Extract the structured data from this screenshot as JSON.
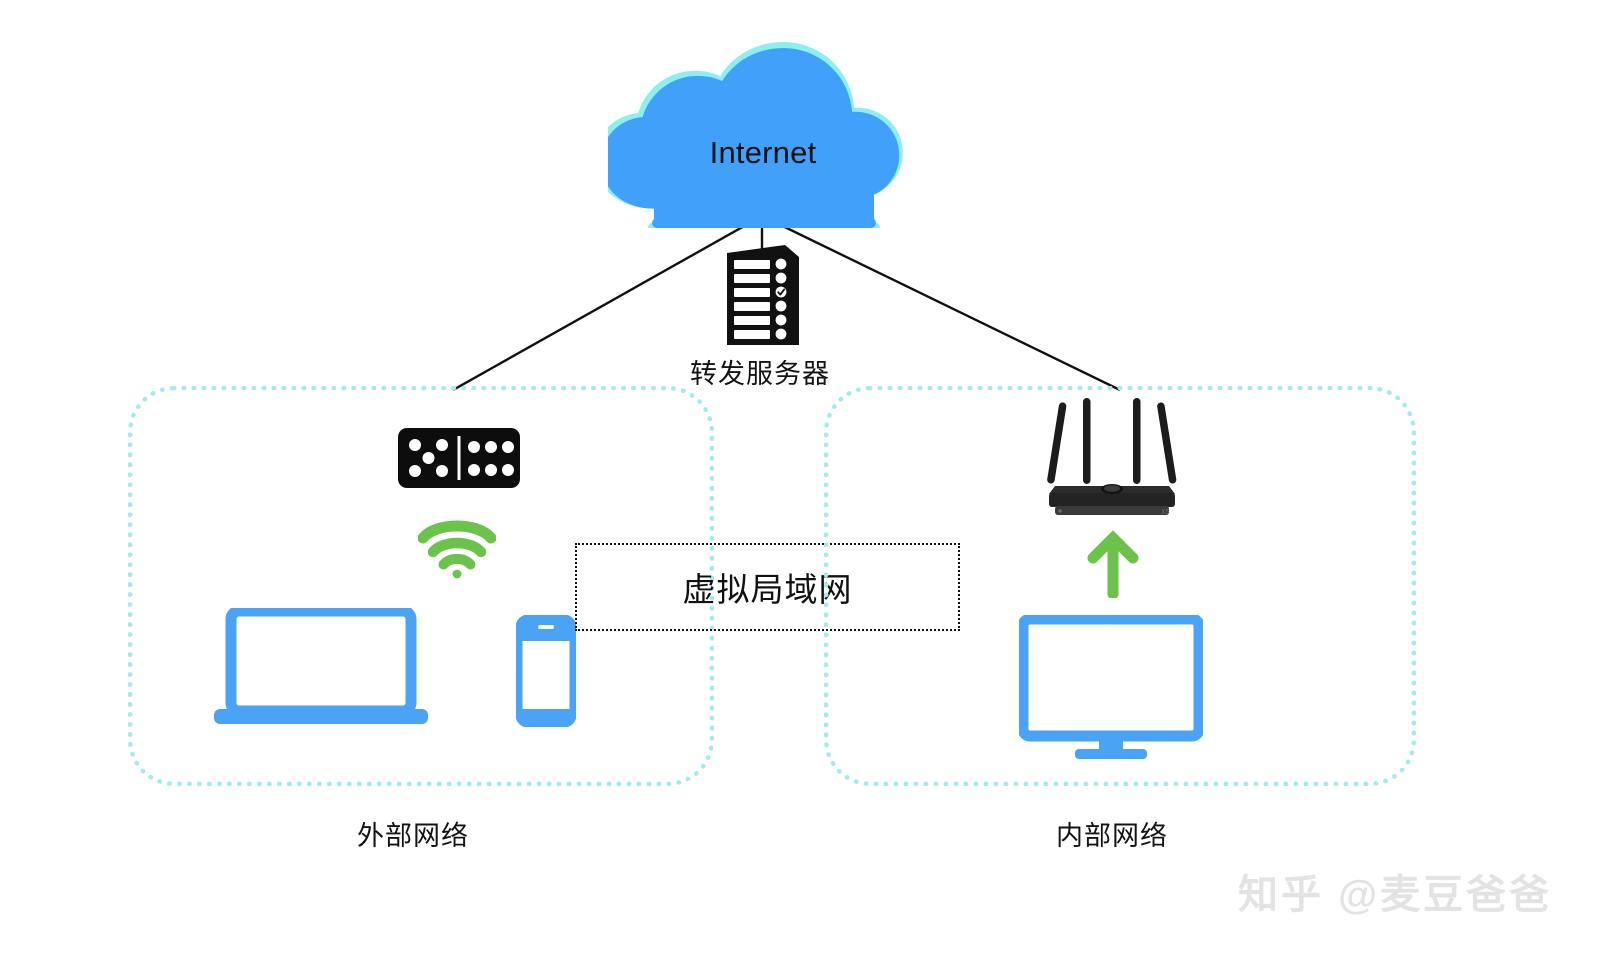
{
  "diagram": {
    "title_node": {
      "label": "Internet",
      "icon": "cloud-icon",
      "fill": "#41a0fa",
      "stroke": "#8cf0f0"
    },
    "server": {
      "label": "转发服务器",
      "icon": "server-rack-icon",
      "color": "#111111",
      "slots": 6,
      "active_slot_index": 3
    },
    "vlan": {
      "label": "虚拟局域网",
      "border_style": "dotted",
      "border_color": "#111111"
    },
    "zones": [
      {
        "id": "external",
        "label": "外部网络",
        "border_color": "#a8eaea",
        "devices": [
          {
            "name": "switch-icon",
            "label": "",
            "color": "#111111"
          },
          {
            "name": "wifi-icon",
            "label": "",
            "color": "#6dc24b"
          },
          {
            "name": "laptop-icon",
            "label": "",
            "color": "#4aa3f5"
          },
          {
            "name": "smartphone-icon",
            "label": "",
            "color": "#4aa3f5"
          }
        ]
      },
      {
        "id": "internal",
        "label": "内部网络",
        "border_color": "#a8eaea",
        "devices": [
          {
            "name": "router-icon",
            "label": "",
            "color": "#1c1c1c"
          },
          {
            "name": "up-arrow-icon",
            "label": "",
            "color": "#6dc24b"
          },
          {
            "name": "desktop-monitor-icon",
            "label": "",
            "color": "#4aa3f5"
          }
        ]
      }
    ],
    "connections": [
      {
        "from": "internet-cloud",
        "to": "forwarding-server",
        "style": "solid"
      },
      {
        "from": "internet-cloud",
        "to": "external-network-zone",
        "style": "solid"
      },
      {
        "from": "internet-cloud",
        "to": "internal-network-zone",
        "style": "solid"
      }
    ],
    "watermark": "知乎 @麦豆爸爸",
    "colors": {
      "cloud_fill": "#41a0fa",
      "cloud_stroke": "#8cf0f0",
      "device_blue": "#4aa3f5",
      "accent_green": "#6dc24b",
      "zone_dotted": "#a8eaea",
      "line_black": "#111111",
      "watermark_gray": "#e3e3e3"
    }
  }
}
